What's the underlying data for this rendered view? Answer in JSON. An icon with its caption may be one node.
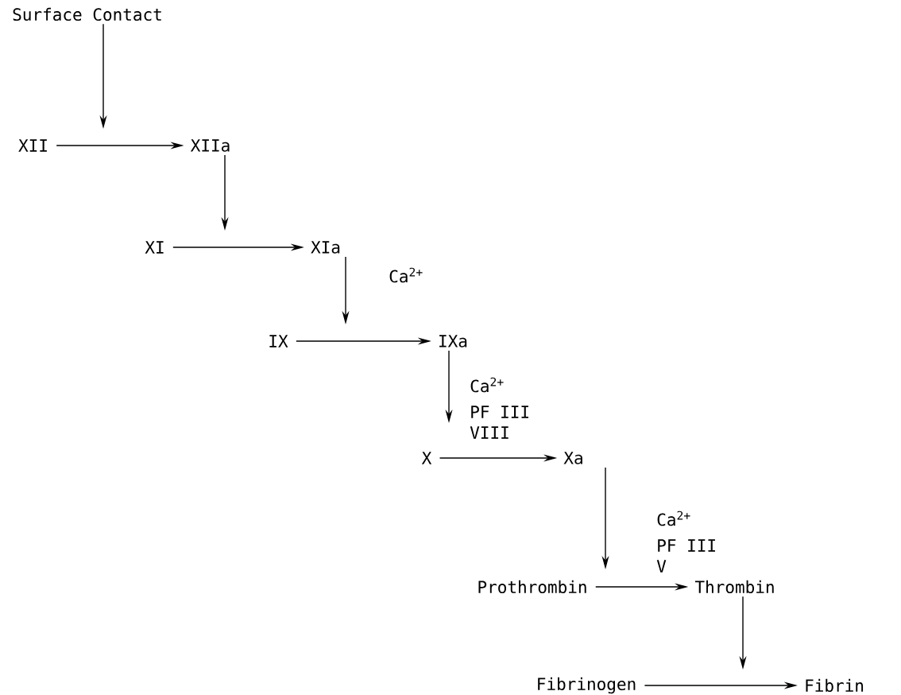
{
  "diagram": {
    "nodes": [
      {
        "text": [
          "Surface Contact"
        ]
      },
      {
        "text": [
          "XII"
        ]
      },
      {
        "text": [
          "XIIa"
        ]
      },
      {
        "text": [
          "XI"
        ]
      },
      {
        "text": [
          "XIa"
        ]
      },
      {
        "text": [
          "IX"
        ]
      },
      {
        "text": [
          "IXa"
        ]
      },
      {
        "text": [
          "X"
        ]
      },
      {
        "text": [
          "Xa"
        ]
      },
      {
        "text": [
          "Prothrombin"
        ]
      },
      {
        "text": [
          "Thrombin"
        ]
      },
      {
        "text": [
          "Fibrinogen"
        ]
      },
      {
        "text": [
          "Fibrin"
        ]
      }
    ],
    "edges": [
      {
        "from": 0,
        "to": null,
        "arrow": "to"
      },
      {
        "from": 1,
        "to": 2,
        "arrow": "to"
      },
      {
        "from": 2,
        "to": null,
        "arrow": "to"
      },
      {
        "from": 3,
        "to": 4,
        "arrow": "to"
      },
      {
        "from": 4,
        "to": null,
        "arrow": "to"
      },
      {
        "from": 5,
        "to": 6,
        "arrow": "to"
      },
      {
        "from": 6,
        "to": null,
        "arrow": "to"
      },
      {
        "from": 7,
        "to": 8,
        "arrow": "to"
      },
      {
        "from": 8,
        "to": null,
        "arrow": "to"
      },
      {
        "from": 9,
        "to": 10,
        "arrow": "to"
      },
      {
        "from": 10,
        "to": null,
        "arrow": "to"
      },
      {
        "from": 11,
        "to": 12,
        "arrow": "to"
      }
    ],
    "labels": [
      "Ca$^{2+}$",
      "Ca$^{2+}$",
      "PF III",
      "VIII",
      "Ca$^{2+}$",
      "PF III",
      "V"
    ]
  }
}
